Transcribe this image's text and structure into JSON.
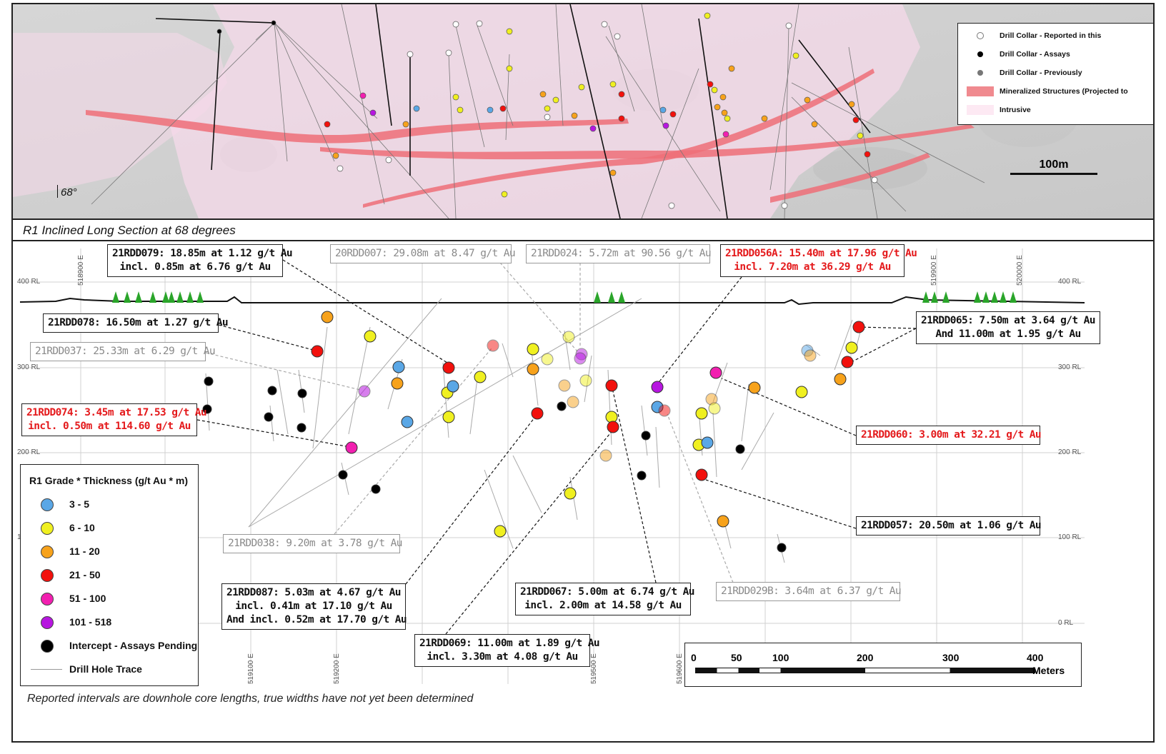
{
  "plan_legend": {
    "items": [
      {
        "label": "Drill Collar - Reported in this",
        "symbol": "white-dot"
      },
      {
        "label": "Drill Collar - Assays",
        "symbol": "black-dot"
      },
      {
        "label": "Drill Collar - Previously",
        "symbol": "grey-dot"
      },
      {
        "label": "Mineralized Structures (Projected to",
        "symbol": "red-band"
      },
      {
        "label": "Intrusive",
        "symbol": "pink-band"
      }
    ]
  },
  "plan_scale_label": "100m",
  "north_label": "68°",
  "section_title": "R1 Inclined Long Section at 68 degrees",
  "rl_labels": [
    "400 RL",
    "300 RL",
    "200 RL",
    "100 RL",
    "0 RL"
  ],
  "easting_top": [
    "518900 E",
    "519900 E",
    "520000 E"
  ],
  "easting_bottom": [
    "519100 E",
    "519200 E",
    "519500 E",
    "519600 E"
  ],
  "callouts": [
    {
      "id": "21RDD079",
      "lines": [
        "21RDD079: 18.85m at 1.12 g/t Au",
        "incl. 0.85m at 6.76 g/t Au"
      ],
      "style": "black"
    },
    {
      "id": "20RDD007",
      "lines": [
        "20RDD007: 29.08m at 8.47 g/t Au"
      ],
      "style": "grey"
    },
    {
      "id": "21RDD024",
      "lines": [
        "21RDD024: 5.72m at 90.56 g/t Au"
      ],
      "style": "grey"
    },
    {
      "id": "21RDD056A",
      "lines": [
        "21RDD056A: 15.40m at 17.96 g/t Au",
        "incl. 7.20m at 36.29 g/t Au"
      ],
      "style": "red"
    },
    {
      "id": "21RDD078",
      "lines": [
        "21RDD078: 16.50m at 1.27 g/t Au"
      ],
      "style": "black"
    },
    {
      "id": "21RDD037",
      "lines": [
        "21RDD037: 25.33m at 6.29 g/t Au"
      ],
      "style": "grey"
    },
    {
      "id": "21RDD065",
      "lines": [
        "21RDD065: 7.50m at 3.64 g/t Au",
        "And 11.00m at 1.95 g/t Au"
      ],
      "style": "black"
    },
    {
      "id": "21RDD074",
      "lines": [
        "21RDD074: 3.45m at 17.53 g/t Au",
        "incl. 0.50m at 114.60 g/t Au"
      ],
      "style": "red"
    },
    {
      "id": "21RDD060",
      "lines": [
        "21RDD060: 3.00m at 32.21 g/t Au"
      ],
      "style": "red"
    },
    {
      "id": "21RDD057",
      "lines": [
        "21RDD057: 20.50m at 1.06 g/t Au"
      ],
      "style": "black"
    },
    {
      "id": "21RDD038",
      "lines": [
        "21RDD038: 9.20m at 3.78 g/t Au"
      ],
      "style": "grey"
    },
    {
      "id": "21RDD087",
      "lines": [
        "21RDD087: 5.03m at 4.67 g/t Au",
        "incl. 0.41m at 17.10 g/t Au",
        "And incl. 0.52m at 17.70 g/t Au"
      ],
      "style": "black"
    },
    {
      "id": "21RDD067",
      "lines": [
        "21RDD067: 5.00m at 6.74 g/t Au",
        "incl. 2.00m at 14.58 g/t Au"
      ],
      "style": "black"
    },
    {
      "id": "21RDD029B",
      "lines": [
        "21RDD029B: 3.64m at 6.37 g/t Au"
      ],
      "style": "grey"
    },
    {
      "id": "21RDD069",
      "lines": [
        "21RDD069: 11.00m at 1.89 g/t Au",
        "incl. 3.30m at 4.08 g/t Au"
      ],
      "style": "black"
    }
  ],
  "grade_legend": {
    "title": "R1 Grade * Thickness (g/t Au * m)",
    "items": [
      {
        "label": "3 - 5",
        "color": "#5aa7e6"
      },
      {
        "label": "6 - 10",
        "color": "#f0f020"
      },
      {
        "label": "11 - 20",
        "color": "#f7a21b"
      },
      {
        "label": "21 - 50",
        "color": "#f2110d"
      },
      {
        "label": "51 - 100",
        "color": "#f21fb0"
      },
      {
        "label": "101 - 518",
        "color": "#b716e0"
      },
      {
        "label": "Intercept - Assays Pending",
        "color": "#000000"
      },
      {
        "label": "Drill Hole Trace",
        "color": "#999999"
      }
    ]
  },
  "scale": {
    "ticks": [
      "0",
      "50",
      "100",
      "200",
      "300",
      "400"
    ],
    "unit": "Meters"
  },
  "footnote": "Reported intervals are downhole core lengths, true widths have not yet been determined"
}
